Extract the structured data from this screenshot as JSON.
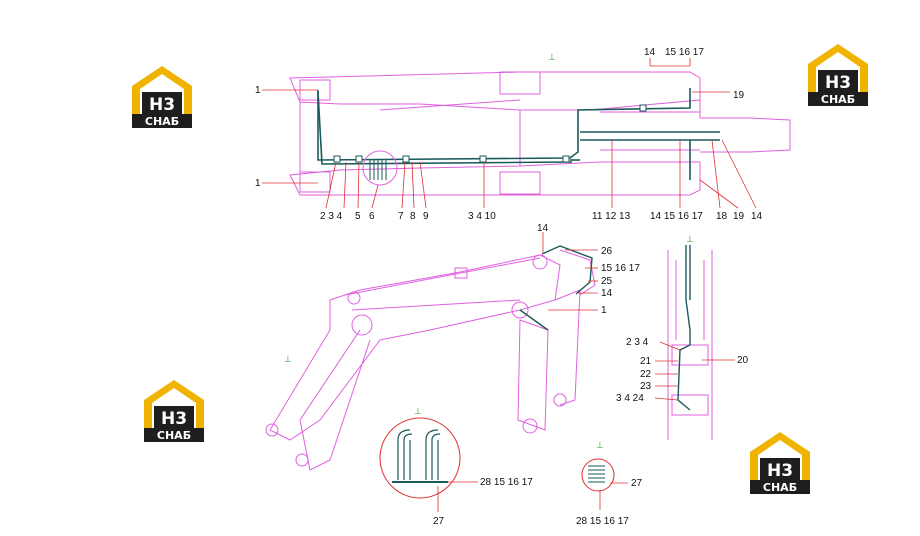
{
  "colors": {
    "outline": "#e060e0",
    "hose": "#1a5a5a",
    "leader": "#e03030",
    "label": "#111111",
    "logo_gold": "#f0b400",
    "logo_dark": "#1e1e1e",
    "logo_white": "#ffffff",
    "marker": "#2aa02a"
  },
  "logo": {
    "letters": "Н3",
    "text": "СНАБ"
  },
  "labels": {
    "top": {
      "l1a": "1",
      "l1b": "1",
      "bottom_left": [
        "2 3 4",
        "5",
        "6",
        "7",
        "8",
        "9"
      ],
      "bottom_mid": "3 4 10",
      "bottom_right": [
        "11 12 13",
        "14 15 16 17",
        "18",
        "19",
        "14"
      ],
      "top_14": "14",
      "top_151617": "15 16 17",
      "top_19": "19"
    },
    "side": {
      "l14a": "14",
      "l26": "26",
      "l151617": "15 16 17",
      "l25": "25",
      "l14b": "14",
      "l1": "1"
    },
    "detail_right": {
      "l234": "2 3 4",
      "l20": "20",
      "l21": "21",
      "l22": "22",
      "l23": "23",
      "l3424": "3 4 24"
    },
    "circle_big": {
      "l28": "28 15 16 17",
      "l27": "27"
    },
    "circle_small": {
      "l27": "27",
      "l28": "28 15 16 17"
    }
  }
}
